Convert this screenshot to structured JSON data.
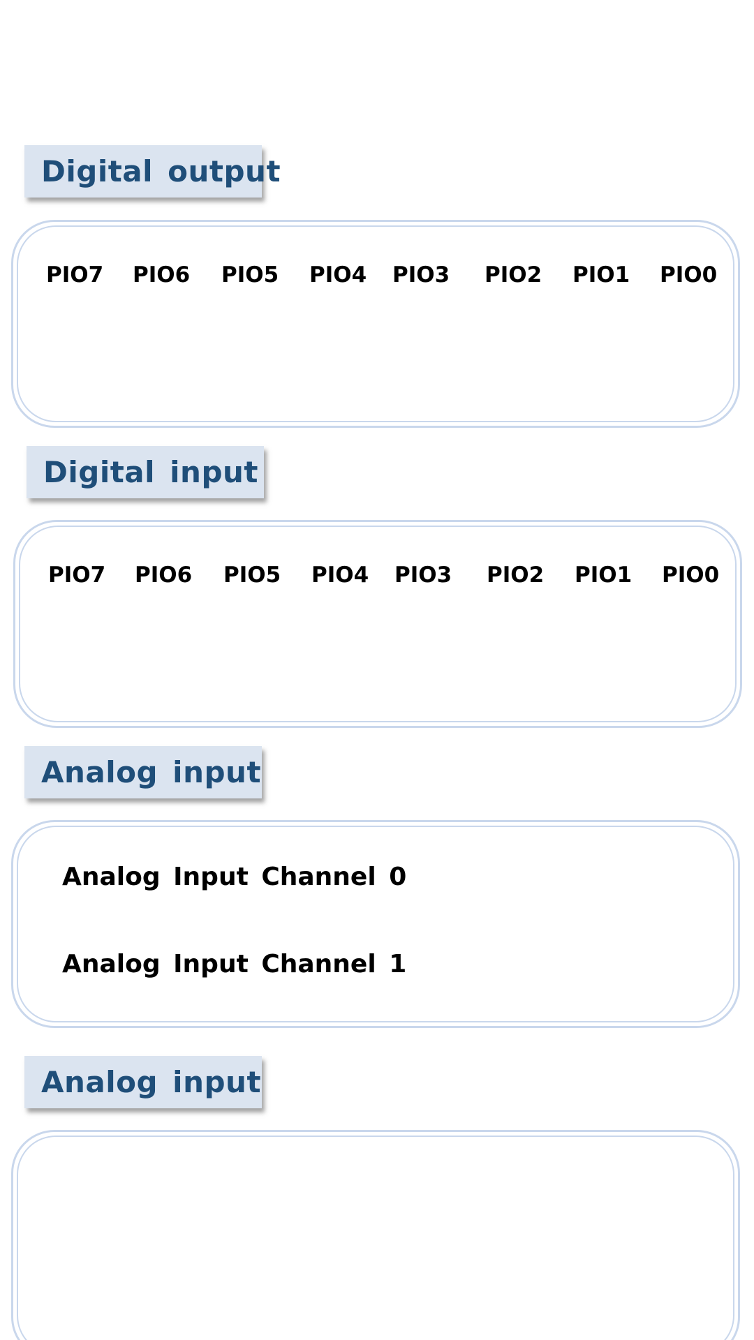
{
  "sections": [
    {
      "header": "Digital output",
      "pins": [
        "PIO7",
        "PIO6",
        "PIO5",
        "PIO4",
        "PIO3",
        "PIO2",
        "PIO1",
        "PIO0"
      ]
    },
    {
      "header": "Digital  input",
      "pins": [
        "PIO7",
        "PIO6",
        "PIO5",
        "PIO4",
        "PIO3",
        "PIO2",
        "PIO1",
        "PIO0"
      ]
    },
    {
      "header": "Analog  input",
      "channels": [
        "Analog  Input  Channel 0",
        "Analog  Input  Channel 1"
      ]
    },
    {
      "header": "Analog  input"
    }
  ],
  "colors": {
    "header_bg": "#dbe4f0",
    "header_text": "#1f4e79",
    "panel_border": "#c9d7ec"
  }
}
